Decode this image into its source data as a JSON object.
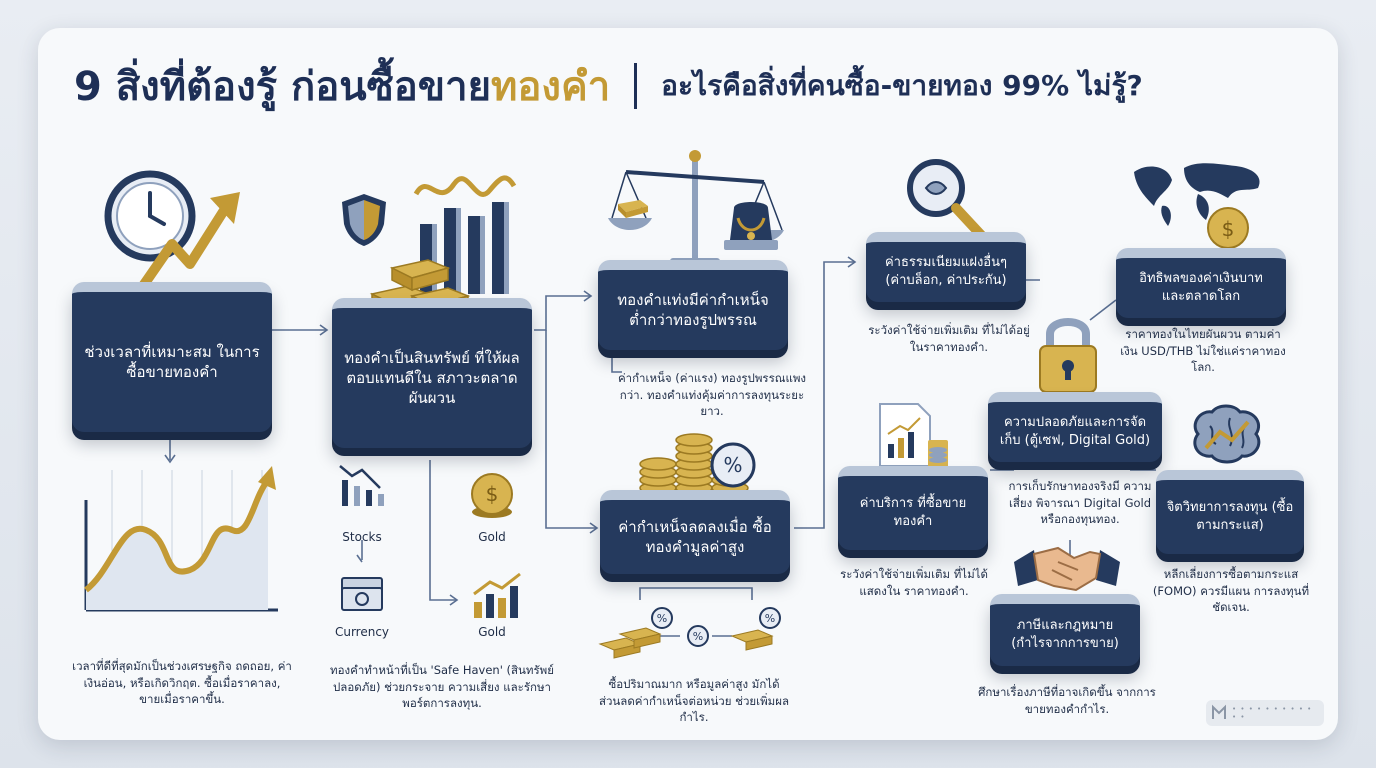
{
  "title": {
    "part1": "9 สิ่งที่ต้องรู้ ก่อนซื้อขาย",
    "part2": "ทองคำ",
    "part3": "อะไรคือสิ่งที่คนซื้อ-ขายทอง 99% ไม่รู้?"
  },
  "steps": [
    {
      "heading": "ช่วงเวลาที่เหมาะสม ในการซื้อขายทองคำ",
      "desc": "เวลาที่ดีที่สุดมักเป็นช่วงเศรษฐกิจ ถดถอย, ค่าเงินอ่อน, หรือเกิดวิกฤต. ซื้อเมื่อราคาลง, ขายเมื่อราคาขึ้น."
    },
    {
      "heading": "ทองคำเป็นสินทรัพย์ ที่ให้ผลตอบแทนดีใน สภาวะตลาดผันผวน",
      "desc": "ทองคำทำหน้าที่เป็น 'Safe Haven' (สินทรัพย์ปลอดภัย) ช่วยกระจาย ความเสี่ยง และรักษาพอร์ตการลงทุน.",
      "labels": {
        "stocks": "Stocks",
        "gold1": "Gold",
        "currency": "Currency",
        "gold2": "Gold"
      }
    },
    {
      "heading": "ทองคำแท่งมีค่ากำเหน็จ ต่ำกว่าทองรูปพรรณ",
      "desc": "ค่ากำเหน็จ (ค่าแรง) ทองรูปพรรณแพงกว่า. ทองคำแท่งคุ้มค่าการลงทุนระยะยาว."
    },
    {
      "heading": "ค่ากำเหน็จลดลงเมื่อ ซื้อทองคำมูลค่าสูง",
      "desc": "ซื้อปริมาณมาก หรือมูลค่าสูง มักได้ส่วนลดค่ากำเหน็จต่อหน่วย ช่วยเพิ่มผลกำไร."
    },
    {
      "heading": "ค่าธรรมเนียมแฝงอื่นๆ (ค่าบล็อก, ค่าประกัน)",
      "desc": "ระวังค่าใช้จ่ายเพิ่มเติม ที่ไม่ได้อยู่ในราคาทองคำ."
    },
    {
      "heading": "อิทธิพลของค่าเงินบาท และตลาดโลก",
      "desc": "ราคาทองในไทยผันผวน ตามค่าเงิน USD/THB ไม่ใช่แค่ราคาทองโลก."
    },
    {
      "heading": "ความปลอดภัยและการจัดเก็บ (ตู้เซฟ, Digital Gold)",
      "desc": "การเก็บรักษาทองจริงมี ความเสี่ยง พิจารณา Digital Gold หรือกองทุนทอง."
    },
    {
      "heading": "ค่าบริการ ที่ซื้อขายทองคำ",
      "desc": "ระวังค่าใช้จ่ายเพิ่มเติม ที่ไม่ได้แสดงใน ราคาทองคำ."
    },
    {
      "heading": "จิตวิทยาการลงทุน (ซื้อตามกระแส)",
      "desc": "หลีกเลี่ยงการซื้อตามกระแส (FOMO) ควรมีแผน การลงทุนที่ชัดเจน."
    },
    {
      "heading": "ภาษีและกฎหมาย (กำไรจากการขาย)",
      "desc": "ศึกษาเรื่องภาษีที่อาจเกิดขึ้น จากการขายทองคำกำไร."
    }
  ],
  "colors": {
    "navy": "#253a5e",
    "gold": "#c39a35",
    "cardBg": "#f7f9fb"
  },
  "icons": [
    "clock-icon",
    "rising-arrow-icon",
    "line-chart-icon",
    "shield-icon",
    "gold-bars-icon",
    "bar-chart-icon",
    "balance-scale-icon",
    "jewelry-icon",
    "coin-stack-icon",
    "percent-icon",
    "magnifier-icon",
    "world-map-icon",
    "dollar-coin-icon",
    "padlock-icon",
    "document-chart-icon",
    "brain-icon",
    "handshake-icon"
  ]
}
